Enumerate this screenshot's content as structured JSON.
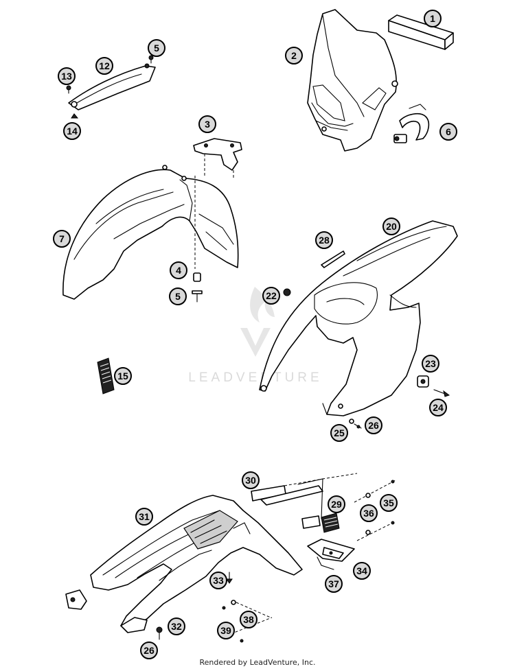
{
  "diagram": {
    "callouts": [
      {
        "label": "1"
      },
      {
        "label": "2"
      },
      {
        "label": "3"
      },
      {
        "label": "4"
      },
      {
        "label": "5"
      },
      {
        "label": "5"
      },
      {
        "label": "6"
      },
      {
        "label": "7"
      },
      {
        "label": "12"
      },
      {
        "label": "13"
      },
      {
        "label": "14"
      },
      {
        "label": "15"
      },
      {
        "label": "20"
      },
      {
        "label": "22"
      },
      {
        "label": "23"
      },
      {
        "label": "24"
      },
      {
        "label": "25"
      },
      {
        "label": "26"
      },
      {
        "label": "28"
      },
      {
        "label": "29"
      },
      {
        "label": "30"
      },
      {
        "label": "31"
      },
      {
        "label": "32"
      },
      {
        "label": "26"
      },
      {
        "label": "33"
      },
      {
        "label": "34"
      },
      {
        "label": "35"
      },
      {
        "label": "36"
      },
      {
        "label": "37"
      },
      {
        "label": "38"
      },
      {
        "label": "39"
      }
    ],
    "colors": {
      "line": "#000000",
      "callout_fill": "#d9d9d9",
      "watermark": "#d6d6d6"
    }
  },
  "watermark": {
    "text": "LEADVENTURE"
  },
  "footer": {
    "credit": "Rendered by LeadVenture, Inc."
  }
}
